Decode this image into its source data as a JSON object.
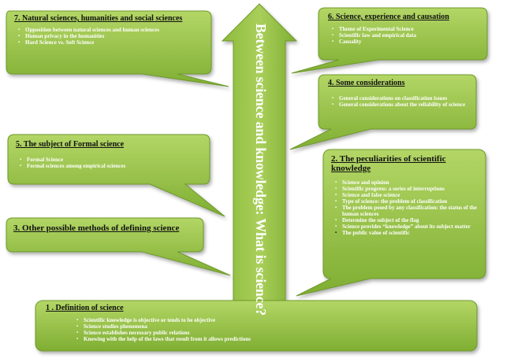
{
  "axis_label": "Between science and knowledge: What is science?",
  "boxes": {
    "b7": {
      "title": "7. Natural sciences, humanities and social sciences",
      "items": [
        "Opposition between natural sciences and human sciences",
        "Human privacy in the humanities",
        "Hard Science vs. Soft Science"
      ]
    },
    "b6": {
      "title": "6. Science, experience and causation",
      "items": [
        "Theme of Experimental Science",
        "Scientific law and empirical data",
        "Causality"
      ]
    },
    "b4": {
      "title": "4. Some considerations",
      "items": [
        "General considerations on classification issues",
        "General considerations about the reliability of science"
      ]
    },
    "b5": {
      "title": "5.  The subject of Formal science",
      "items": [
        "Formal Science",
        "Formal sciences among empirical sciences"
      ]
    },
    "b2": {
      "title": "2. The peculiarities of scientific knowledge",
      "items": [
        "Science and opinion",
        "Scientific progress: a series of interruptions",
        "Science and false science",
        "Type of science: the problem of classification",
        "The problem posed by any classification: the status of the human sciences",
        "Determine the subject of the flag",
        "Science provides “knowledge” about its subject matter",
        "The public value of scientific"
      ]
    },
    "b3": {
      "title": "3. Other possible methods of defining science"
    },
    "b1": {
      "title": "1 . Definition of science",
      "items": [
        "Scientific knowledge is objective or tends to be objective",
        "Science studies phenomena",
        "Science establishes necessary public relations",
        "Knowing with the help of the laws that result from it allows predictions"
      ]
    }
  },
  "colors": {
    "fill": "#8dbb3c",
    "fill_light": "#a9cf5a",
    "stroke": "#6e9a2a",
    "title_text": "#111111"
  }
}
